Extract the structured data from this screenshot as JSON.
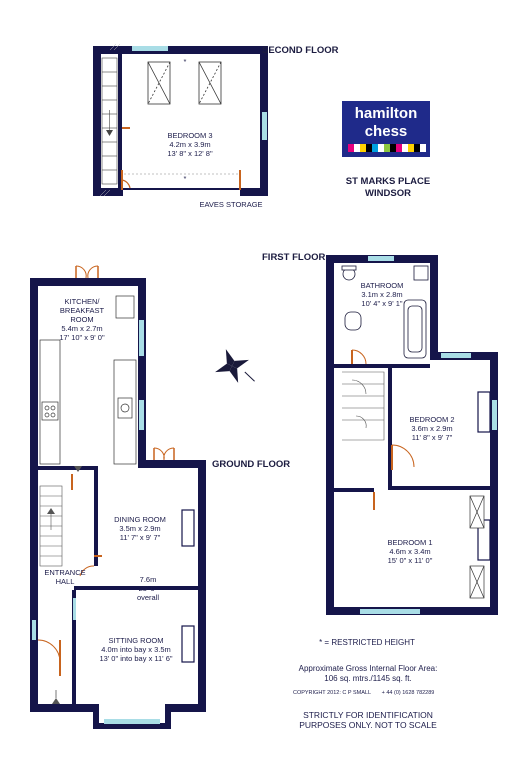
{
  "headings": {
    "second_floor": "SECOND FLOOR",
    "first_floor": "FIRST FLOOR",
    "ground_floor": "GROUND FLOOR"
  },
  "logo": {
    "line1": "hamilton",
    "line2": "chess"
  },
  "address": {
    "line1": "ST MARKS PLACE",
    "line2": "WINDSOR"
  },
  "rooms": {
    "bedroom3": {
      "name": "BEDROOM 3",
      "metric": "4.2m x 3.9m",
      "imperial": "13' 8\" x 12' 8\""
    },
    "eaves": "EAVES STORAGE",
    "bathroom": {
      "name": "BATHROOM",
      "metric": "3.1m x 2.8m",
      "imperial": "10' 4\" x 9' 1\""
    },
    "bedroom2": {
      "name": "BEDROOM 2",
      "metric": "3.6m x 2.9m",
      "imperial": "11' 8\" x 9' 7\""
    },
    "bedroom1": {
      "name": "BEDROOM 1",
      "metric": "4.6m x 3.4m",
      "imperial": "15' 0\" x 11' 0\""
    },
    "kitchen": {
      "name1": "KITCHEN/",
      "name2": "BREAKFAST",
      "name3": "ROOM",
      "metric": "5.4m x 2.7m",
      "imperial": "17' 10\" x 9' 0\""
    },
    "dining": {
      "name": "DINING ROOM",
      "metric": "3.5m x 2.9m",
      "imperial": "11' 7\" x 9' 7\""
    },
    "hall": {
      "name1": "ENTRANCE",
      "name2": "HALL"
    },
    "overall": {
      "metric": "7.6m",
      "imperial": "25' 0\"",
      "label": "overall"
    },
    "sitting": {
      "name": "SITTING ROOM",
      "metric": "4.0m into bay x 3.5m",
      "imperial": "13' 0\" into bay x 11' 6\""
    }
  },
  "restricted_star": "*",
  "legend": "* = RESTRICTED HEIGHT",
  "area": {
    "line1": "Approximate Gross Internal Floor Area:",
    "line2": "106 sq. mtrs./1145 sq. ft."
  },
  "copyright": {
    "text": "COPYRIGHT 2012:  C P SMALL",
    "phone": "+ 44 (0) 1628 782289"
  },
  "disclaimer": {
    "line1": "STRICTLY FOR IDENTIFICATION",
    "line2": "PURPOSES ONLY.  NOT TO SCALE"
  },
  "colors": {
    "wall": "#15154a",
    "door": "#c8641e",
    "window": "#a9dde6",
    "fixture": "#1a1a3a",
    "logo_bg": "#1f2a8a"
  }
}
